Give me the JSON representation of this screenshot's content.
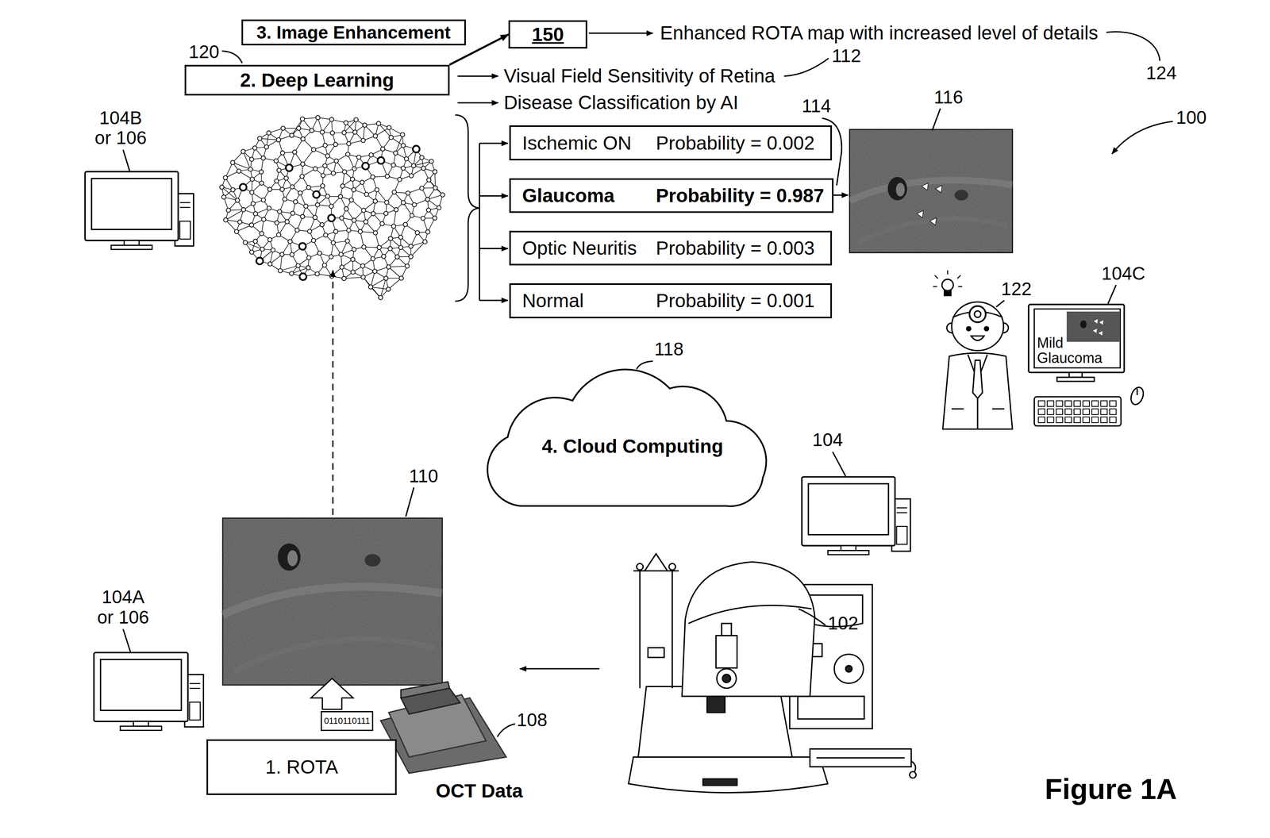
{
  "diagram": {
    "caption": "Figure 1A",
    "nodes": [
      {
        "text": [
          "3. Image Enhancement"
        ]
      },
      {
        "text": [
          "150"
        ]
      },
      {
        "text": [
          "2. Deep Learning"
        ]
      },
      {
        "text": [
          "Ischemic ON",
          "Probability = 0.002"
        ]
      },
      {
        "text": [
          "Glaucoma",
          "Probability = 0.987"
        ]
      },
      {
        "text": [
          "Optic Neuritis",
          "Probability = 0.003"
        ]
      },
      {
        "text": [
          "Normal",
          "Probability = 0.001"
        ]
      },
      {
        "text": [
          "Mild Glaucoma"
        ]
      },
      {
        "text": [
          "4. Cloud Computing"
        ]
      },
      {
        "text": [
          "0110110111"
        ]
      },
      {
        "text": [
          "1. ROTA"
        ]
      }
    ],
    "edges": [
      {
        "from": 2,
        "to": 1,
        "arrow": "to"
      }
    ],
    "labels": [
      "Enhanced ROTA map with increased level of details",
      "120",
      "Visual Field Sensitivity of Retina",
      "112",
      "124",
      "Disease Classification by AI",
      "114",
      "116",
      "100",
      "104B or 106",
      "104C",
      "122",
      "118",
      "104",
      "110",
      "104A or 106",
      "102",
      "108",
      "OCT Data"
    ]
  }
}
